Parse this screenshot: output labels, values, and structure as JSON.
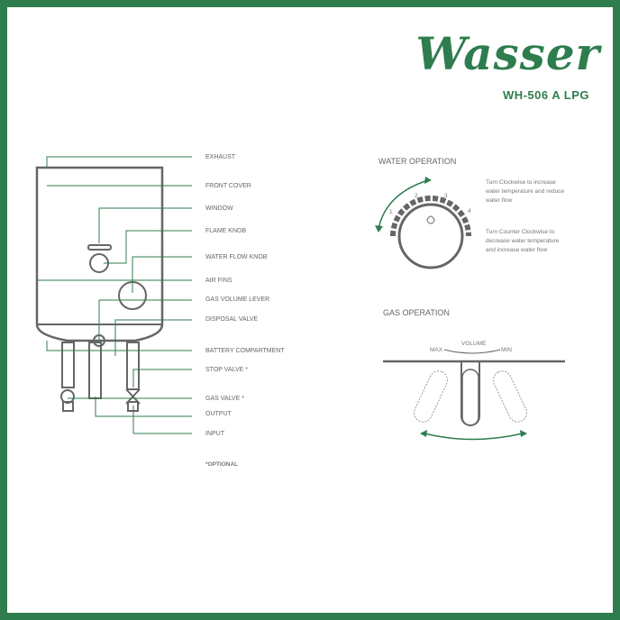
{
  "brand": {
    "logo": "Wasser",
    "model": "WH-506 A LPG"
  },
  "parts": {
    "labels": [
      "EXHAUST",
      "FRONT COVER",
      "WINDOW",
      "FLAME KNOB",
      "WATER FLOW KNOB",
      "AIR FINS",
      "GAS VOLUME LEVER",
      "DISPOSAL VALVE",
      "BATTERY COMPARTMENT",
      "STOP VALVE *",
      "GAS VALVE *",
      "OUTPUT",
      "INPUT"
    ],
    "optional_note": "*OPTIONAL"
  },
  "water_operation": {
    "title": "WATER OPERATION",
    "dial_marks": [
      "1",
      "2",
      "3",
      "4"
    ],
    "clockwise_text": [
      "Turn Clockwise to increase",
      "water temperature and reduce",
      "water flow"
    ],
    "counter_text": [
      "Turn Counter Clockwise to",
      "decrease water temperature",
      "and increase water flow"
    ]
  },
  "gas_operation": {
    "title": "GAS OPERATION",
    "max": "MAX",
    "volume": "VOLUME",
    "min": "MIN"
  },
  "colors": {
    "brand_green": "#2f7d4e",
    "line_gray": "#666666"
  }
}
